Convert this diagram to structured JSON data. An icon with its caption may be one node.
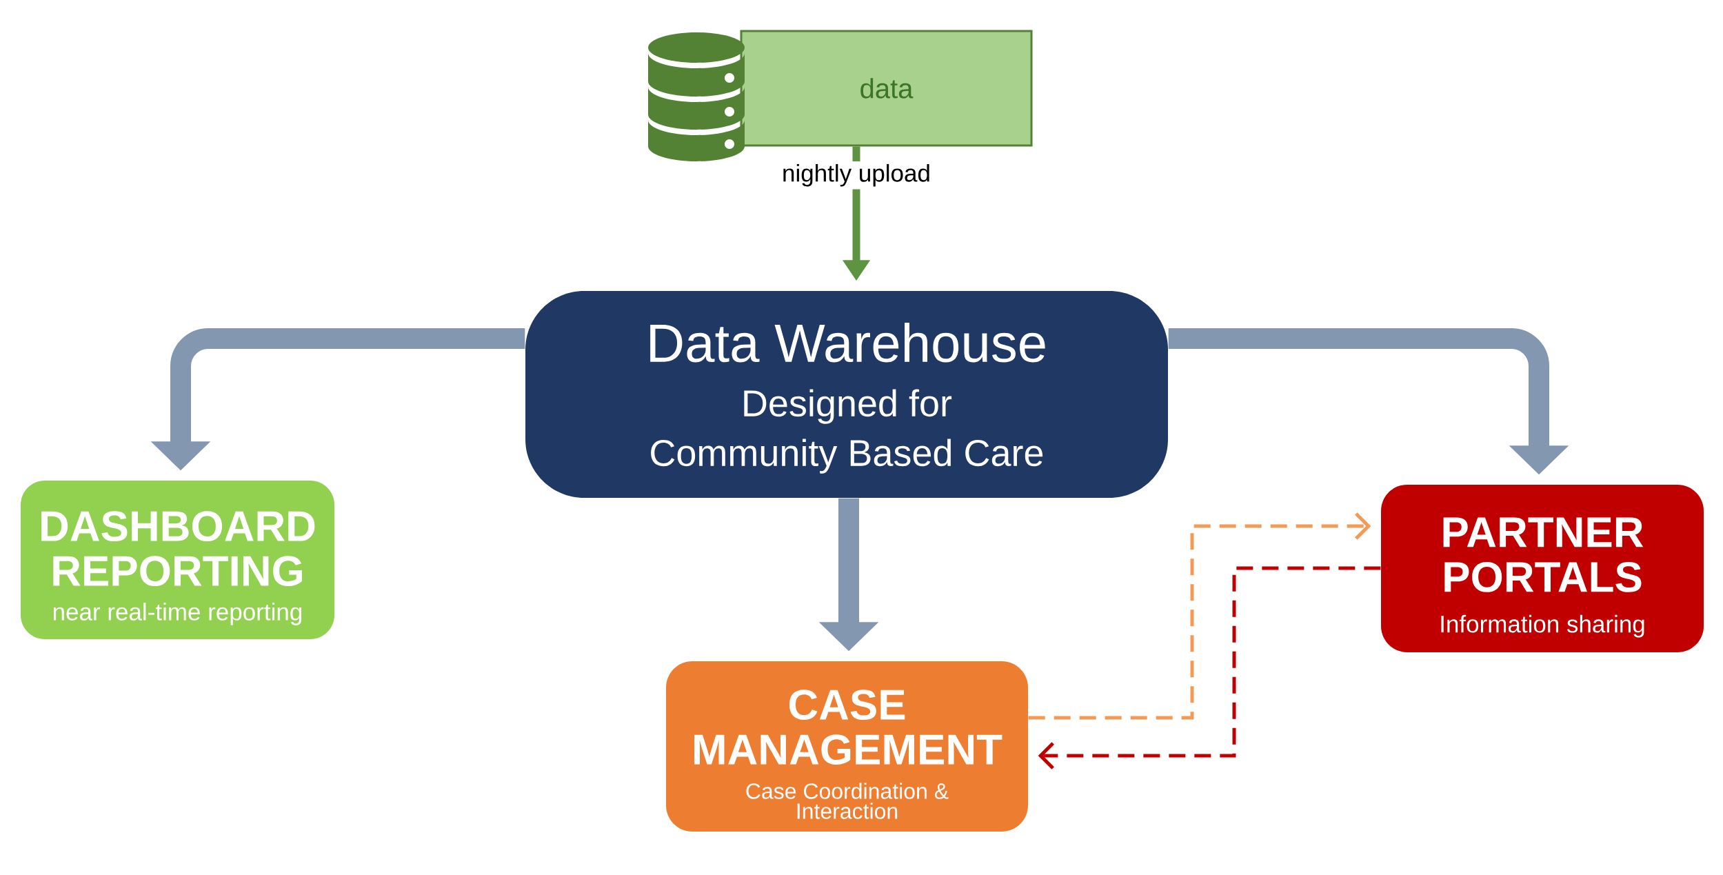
{
  "diagram": {
    "nodes": [
      {
        "text": [
          "data"
        ]
      },
      {
        "text": [
          "Data Warehouse",
          "Designed for Community Based Care"
        ]
      },
      {
        "text": [
          "DASHBOARD REPORTING",
          "near real-time reporting"
        ]
      },
      {
        "text": [
          "PARTNER PORTALS",
          "Information sharing"
        ]
      },
      {
        "text": [
          "CASE MANAGEMENT",
          "Case Coordination & Interaction"
        ]
      }
    ],
    "edges": [
      {
        "from": 0,
        "to": 1,
        "arrow": "to",
        "label": "nightly upload",
        "color": "#5e9441"
      },
      {
        "from": 1,
        "to": 2,
        "arrow": "to",
        "style": "thick"
      },
      {
        "from": 1,
        "to": 3,
        "arrow": "to",
        "style": "thick"
      },
      {
        "from": 1,
        "to": 4,
        "arrow": "to",
        "style": "thick"
      },
      {
        "from": 4,
        "to": 3,
        "arrow": "to",
        "style": "dashed",
        "color": "#f29a56"
      },
      {
        "from": 3,
        "to": 4,
        "arrow": "to",
        "style": "dashed",
        "color": "#c00000"
      }
    ]
  }
}
